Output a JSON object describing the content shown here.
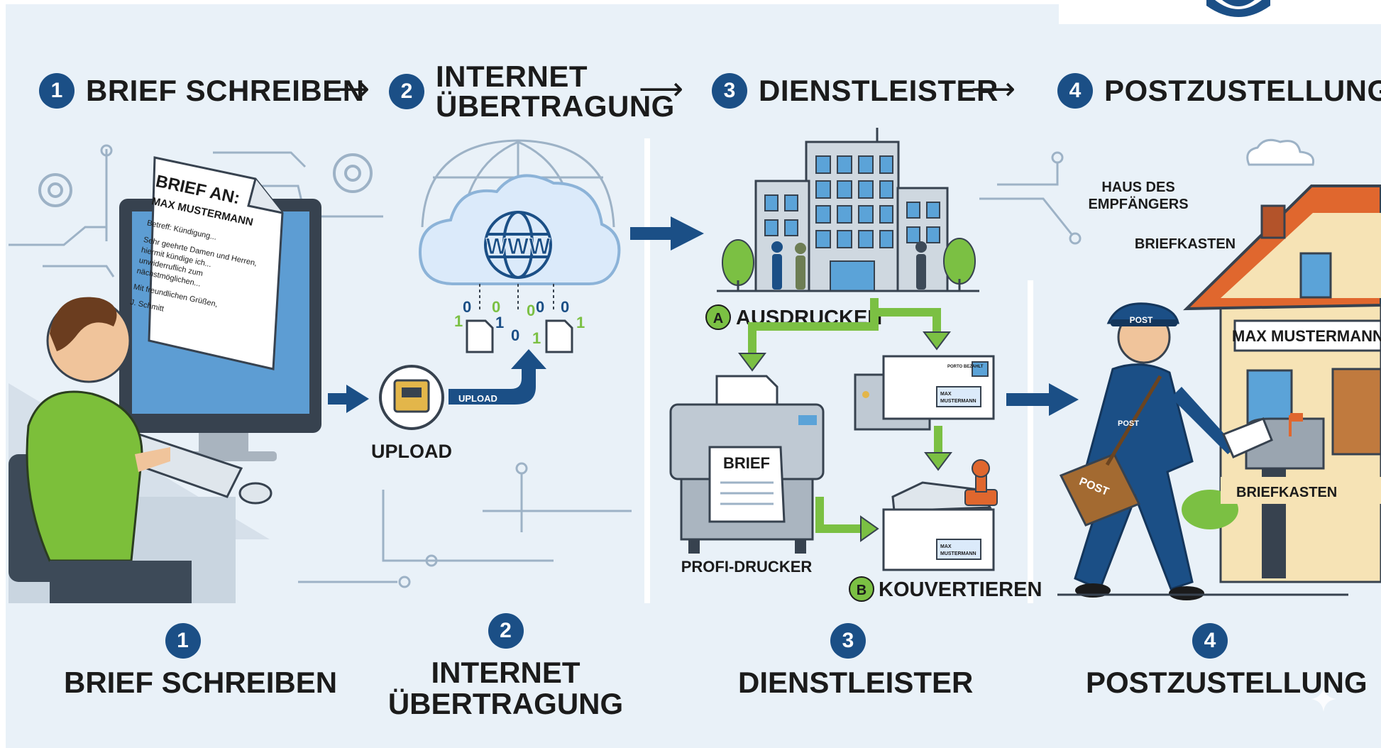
{
  "steps": [
    {
      "number": "1",
      "title": "BRIEF SCHREIBEN"
    },
    {
      "number": "2",
      "title_line1": "INTERNET",
      "title_line2": "ÜBERTRAGUNG"
    },
    {
      "number": "3",
      "title": "DIENSTLEISTER"
    },
    {
      "number": "4",
      "title": "POSTZUSTELLUNG"
    }
  ],
  "letter": {
    "heading_line1": "BRIEF AN:",
    "heading_line2": "MAX MUSTERMANN",
    "subject": "Betreff: Kündigung...",
    "body_line1": "Sehr geehrte Damen und Herren,",
    "body_line2": "hiermit kündige ich...",
    "body_line3": "unwiderruflich zum",
    "body_line4": "nächstmöglichen...",
    "closing": "Mit freundlichen Grüßen,",
    "signature": "J. Schmitt"
  },
  "cloud": {
    "label": "WWW"
  },
  "upload": {
    "label": "UPLOAD",
    "arrow_label": "UPLOAD"
  },
  "binary": [
    "0",
    "0",
    "0",
    "0",
    "0",
    "1",
    "1",
    "0",
    "1",
    "1"
  ],
  "provider": {
    "print_tag": "A",
    "print_label": "AUSDRUCKEN",
    "printer_sheet": "BRIEF",
    "printer_label": "PROFI-DRUCKER",
    "envelope_stamp": "PORTO BEZAHLT",
    "envelope_address_line1": "MAX",
    "envelope_address_line2": "MUSTERMANN",
    "envelope_tag": "B",
    "envelope_label": "KOUVERTIEREN"
  },
  "house": {
    "label_line1": "HAUS DES",
    "label_line2": "EMPFÄNGERS",
    "mailbox_label": "BRIEFKASTEN",
    "nameplate": "MAX MUSTERMANN",
    "mailbox_label_bottom": "BRIEFKASTEN"
  },
  "postman": {
    "cap": "POST",
    "chest": "POST",
    "bag": "POST"
  },
  "colors": {
    "accent": "#1b4f86",
    "green": "#7bc043",
    "background": "#e9f1f8",
    "roof": "#e0672e"
  }
}
